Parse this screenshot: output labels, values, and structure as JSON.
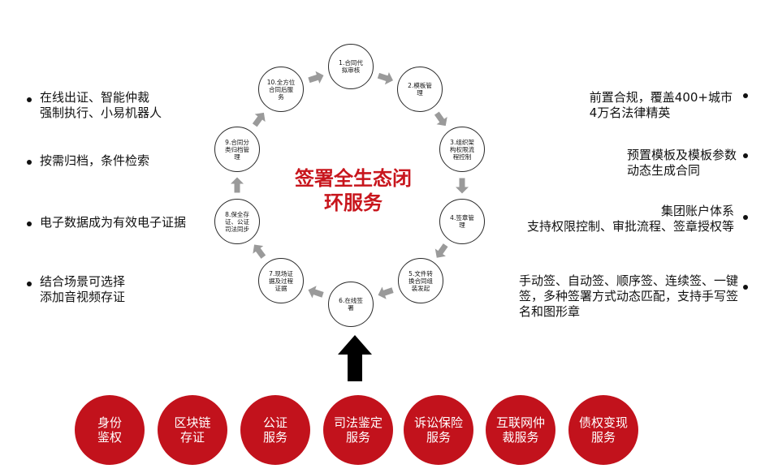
{
  "diagram": {
    "center_title": "签署全生态闭\n环服务",
    "cycle_nodes": [
      {
        "id": "n1",
        "label": "1.合同代\n拟审核"
      },
      {
        "id": "n2",
        "label": "2.模板管\n理"
      },
      {
        "id": "n3",
        "label": "3.组织架\n构权限流\n程控制"
      },
      {
        "id": "n4",
        "label": "4.签章管\n理"
      },
      {
        "id": "n5",
        "label": "5.文件转\n换合同组\n装发起"
      },
      {
        "id": "n6",
        "label": "6.在线签\n署"
      },
      {
        "id": "n7",
        "label": "7.现场证\n据及过程\n证据"
      },
      {
        "id": "n8",
        "label": "8.保全存\n证、公证\n司法同步"
      },
      {
        "id": "n9",
        "label": "9.合同分\n类归档管\n理"
      },
      {
        "id": "n10",
        "label": "10.全方位\n合同后服\n务"
      }
    ],
    "left_items": [
      "在线出证、智能仲裁\n强制执行、小易机器人",
      "按需归档，条件检索",
      "电子数据成为有效电子证据",
      "结合场景可选择\n添加音视频存证"
    ],
    "right_items": [
      "前置合规，覆盖400+城市\n4万名法律精英",
      "预置模板及模板参数\n动态生成合同",
      "集团账户体系\n支持权限控制、审批流程、签章授权等",
      "手动签、自动签、顺序签、连续签、一键\n签，多种签署方式动态匹配，支持手写签\n名和图形章"
    ],
    "services": [
      "身份\n鉴权",
      "区块链\n存证",
      "公证\n服务",
      "司法鉴定\n服务",
      "诉讼保险\n服务",
      "互联网仲\n裁服务",
      "债权变现\n服务"
    ],
    "colors": {
      "accent_red": "#c2121c",
      "title_red": "#c8161d",
      "arrow_gray": "#9a9a9a"
    }
  }
}
